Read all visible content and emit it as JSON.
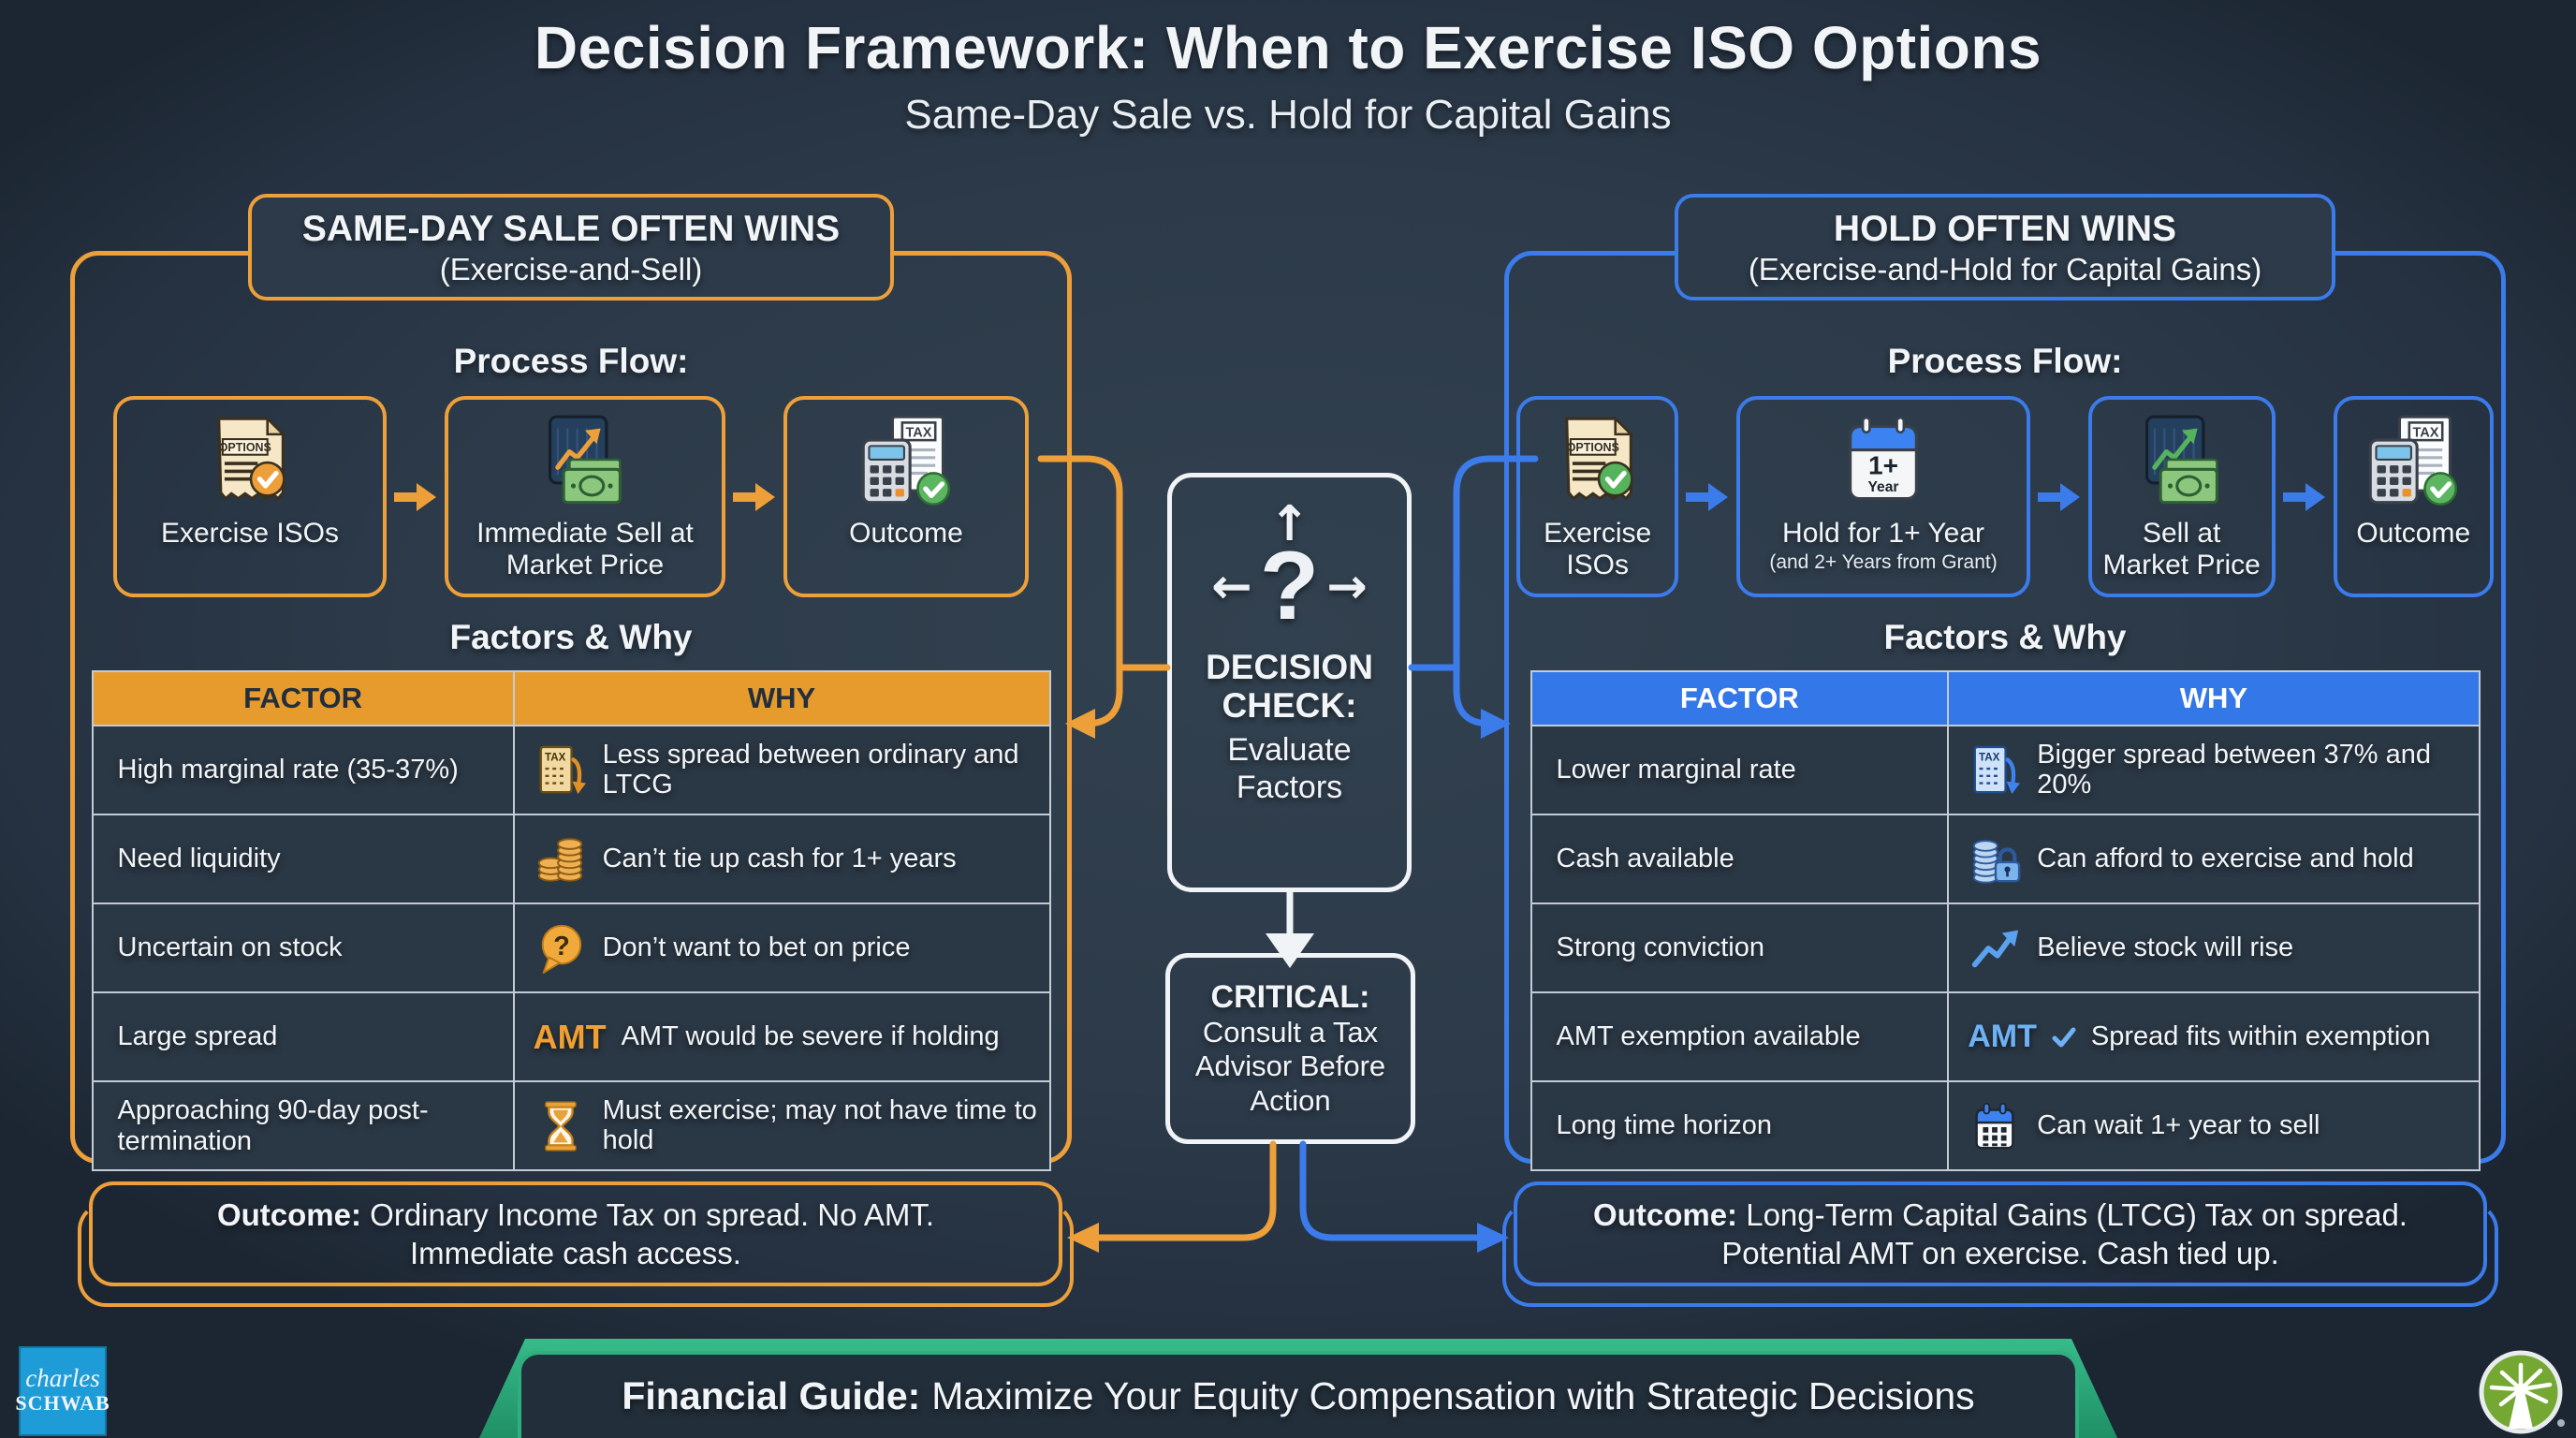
{
  "title": "Decision Framework: When to Exercise ISO Options",
  "subtitle": "Same-Day Sale vs. Hold for Capital Gains",
  "colors": {
    "background": "#2C3A49",
    "orange": "#EDA03A",
    "blue": "#3B7BEA",
    "green": "#2AA876",
    "schwab_blue": "#1E9CD7",
    "fidelity_green": "#74A832"
  },
  "icon_labels": {
    "options": "OPTIONS",
    "tax": "TAX",
    "question_mark": "?"
  },
  "left_panel": {
    "title": "SAME-DAY SALE OFTEN WINS",
    "subtitle": "(Exercise-and-Sell)",
    "process_flow_label": "Process Flow:",
    "steps": [
      {
        "label": "Exercise ISOs",
        "icon": "options-document-icon"
      },
      {
        "label": "Immediate Sell at Market Price",
        "icon": "chart-cash-icon"
      },
      {
        "label": "Outcome",
        "icon": "tax-calculator-icon"
      }
    ],
    "factors_title": "Factors & Why",
    "table": {
      "headers": [
        "FACTOR",
        "WHY"
      ],
      "rows": [
        {
          "factor": "High marginal rate (35-37%)",
          "icon": "tax-document-icon",
          "why": "Less spread between ordinary and LTCG"
        },
        {
          "factor": "Need liquidity",
          "icon": "coins-icon",
          "why": "Can’t tie up cash for 1+ years"
        },
        {
          "factor": "Uncertain on stock",
          "icon": "question-bubble-icon",
          "why": "Don’t want to bet on price"
        },
        {
          "factor": "Large spread",
          "icon": "amt-label-icon",
          "amt_label": "AMT",
          "why": "AMT would be severe if holding"
        },
        {
          "factor": "Approaching 90-day post-termination",
          "icon": "hourglass-icon",
          "why": "Must exercise; may not have time to hold"
        }
      ]
    },
    "outcome_prefix": "Outcome:",
    "outcome_text": "Ordinary Income Tax on spread. No AMT. Immediate cash access."
  },
  "right_panel": {
    "title": "HOLD OFTEN WINS",
    "subtitle": "(Exercise-and-Hold for Capital Gains)",
    "process_flow_label": "Process Flow:",
    "steps": [
      {
        "label": "Exercise ISOs",
        "icon": "options-document-icon"
      },
      {
        "label": "Hold for 1+ Year",
        "sub": "(and 2+ Years from Grant)",
        "icon": "calendar-1-year-icon",
        "icon_text_top": "1+",
        "icon_text_bottom": "Year"
      },
      {
        "label": "Sell at Market Price",
        "icon": "chart-cash-icon"
      },
      {
        "label": "Outcome",
        "icon": "tax-calculator-icon"
      }
    ],
    "factors_title": "Factors & Why",
    "table": {
      "headers": [
        "FACTOR",
        "WHY"
      ],
      "rows": [
        {
          "factor": "Lower marginal rate",
          "icon": "tax-document-icon",
          "why": "Bigger spread between 37% and 20%"
        },
        {
          "factor": "Cash available",
          "icon": "coins-lock-icon",
          "why": "Can afford to exercise and hold"
        },
        {
          "factor": "Strong conviction",
          "icon": "trend-up-icon",
          "why": "Believe stock will rise"
        },
        {
          "factor": "AMT exemption available",
          "icon": "amt-check-icon",
          "amt_label": "AMT",
          "why": "Spread fits within exemption"
        },
        {
          "factor": "Long time horizon",
          "icon": "calendar-icon",
          "why": "Can wait 1+ year to sell"
        }
      ]
    },
    "outcome_prefix": "Outcome:",
    "outcome_text": "Long-Term Capital Gains (LTCG) Tax on spread. Potential AMT on exercise. Cash tied up."
  },
  "center": {
    "icon_arrow_up": "↑",
    "icon_arrow_left": "←",
    "icon_arrow_right": "→",
    "icon_question": "?",
    "decision_title": "DECISION CHECK:",
    "decision_subtitle": "Evaluate Factors",
    "critical_title": "CRITICAL:",
    "critical_text": "Consult a Tax Advisor Before Action"
  },
  "footer": {
    "prefix": "Financial Guide:",
    "text": "Maximize Your Equity Compensation with Strategic Decisions"
  },
  "branding": {
    "schwab_line1": "charles",
    "schwab_line2": "SCHWAB"
  }
}
